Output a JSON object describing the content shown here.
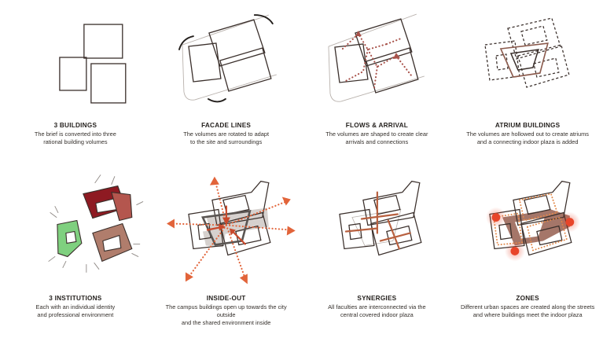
{
  "diagram": {
    "title": "Architectural Concept Massing Diagram",
    "background_color": "#ffffff",
    "palette": {
      "outline_dark": "#3a2f2b",
      "outline_light": "#b9b2ad",
      "flow_red": "#a8524a",
      "arrow_orange": "#e2643a",
      "node_red": "#e8452a",
      "plaza_gray": "#6b6764",
      "plaza_fill": "#cfcac6",
      "plaza_brown": "#9d6a5c",
      "institution_darkred": "#8e1a22",
      "institution_salmon": "#b4564e",
      "institution_green": "#7fd07f",
      "institution_brown": "#b07d6c",
      "text_color": "#231f1c"
    },
    "rows": [
      {
        "name": "top-row",
        "panels": [
          {
            "id": "buildings",
            "title": "3 BUILDINGS",
            "body": "The brief is converted into three\nrational building volumes"
          },
          {
            "id": "facade-lines",
            "title": "FACADE LINES",
            "body": "The volumes are rotated to adapt\nto the site and surroundings"
          },
          {
            "id": "flows-arrival",
            "title": "FLOWS & ARRIVAL",
            "body": "The volumes are shaped to create clear\narrivals and connections"
          },
          {
            "id": "atrium-buildings",
            "title": "ATRIUM BUILDINGS",
            "body": "The volumes are hollowed out to create atriums\nand a connecting indoor plaza is added"
          }
        ]
      },
      {
        "name": "bottom-row",
        "panels": [
          {
            "id": "institutions",
            "title": "3 INSTITUTIONS",
            "body": "Each with an individual identity\nand professional environment"
          },
          {
            "id": "inside-out",
            "title": "INSIDE-OUT",
            "body": "The campus buildings open up towards the city outside\nand the shared environment inside"
          },
          {
            "id": "synergies",
            "title": "SYNERGIES",
            "body": "All faculties are interconnected via the\ncentral covered indoor plaza"
          },
          {
            "id": "zones",
            "title": "ZONES",
            "body": "Different urban spaces are created along the streets\nand where buildings meet the indoor plaza"
          }
        ]
      }
    ]
  }
}
